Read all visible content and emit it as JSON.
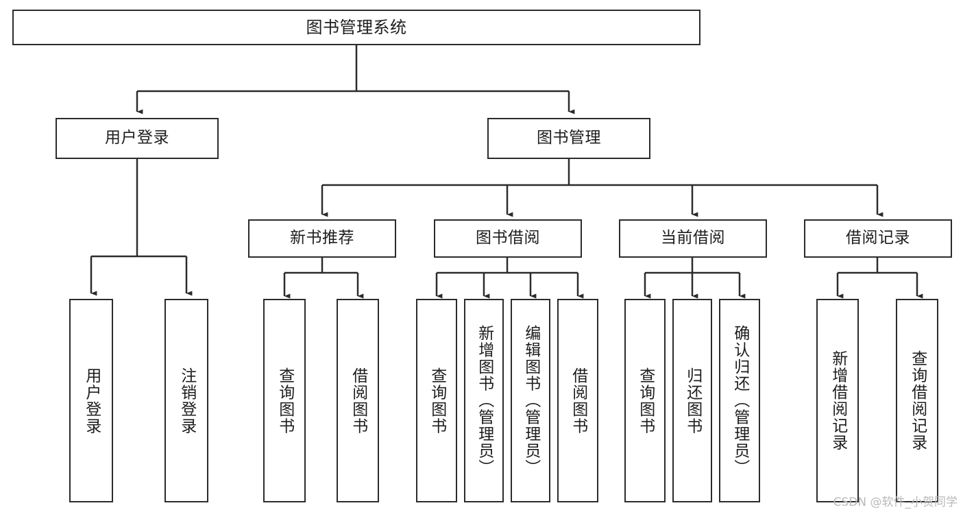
{
  "diagram": {
    "title": "图书管理系统",
    "type": "tree",
    "watermark": "CSDN @软件_小贺同学",
    "colors": {
      "stroke": "#2b2b2b",
      "fill": "#ffffff",
      "text": "#1d1d1d",
      "watermark": "#b9b9b9"
    },
    "nodes": {
      "root": {
        "label": "图书管理系统"
      },
      "level2": [
        {
          "id": "user-login",
          "label": "用户登录"
        },
        {
          "id": "book-manage",
          "label": "图书管理"
        }
      ],
      "level3": [
        {
          "id": "new-book-recommend",
          "label": "新书推荐"
        },
        {
          "id": "book-borrow",
          "label": "图书借阅"
        },
        {
          "id": "current-borrow",
          "label": "当前借阅"
        },
        {
          "id": "borrow-record",
          "label": "借阅记录"
        }
      ],
      "leaves": [
        {
          "id": "leaf-user-login",
          "label": "用户登录"
        },
        {
          "id": "leaf-logout-login",
          "label": "注销登录"
        },
        {
          "id": "leaf-query-book-1",
          "label": "查询图书"
        },
        {
          "id": "leaf-borrow-book-1",
          "label": "借阅图书"
        },
        {
          "id": "leaf-query-book-2",
          "label": "查询图书"
        },
        {
          "id": "leaf-add-book-admin",
          "label": "新增图书（管理员）"
        },
        {
          "id": "leaf-edit-book-admin",
          "label": "编辑图书（管理员）"
        },
        {
          "id": "leaf-borrow-book-2",
          "label": "借阅图书"
        },
        {
          "id": "leaf-query-book-3",
          "label": "查询图书"
        },
        {
          "id": "leaf-return-book",
          "label": "归还图书"
        },
        {
          "id": "leaf-confirm-return-admin",
          "label": "确认归还（管理员）"
        },
        {
          "id": "leaf-add-borrow-record",
          "label": "新增借阅记录"
        },
        {
          "id": "leaf-query-borrow-record",
          "label": "查询借阅记录"
        }
      ]
    }
  }
}
